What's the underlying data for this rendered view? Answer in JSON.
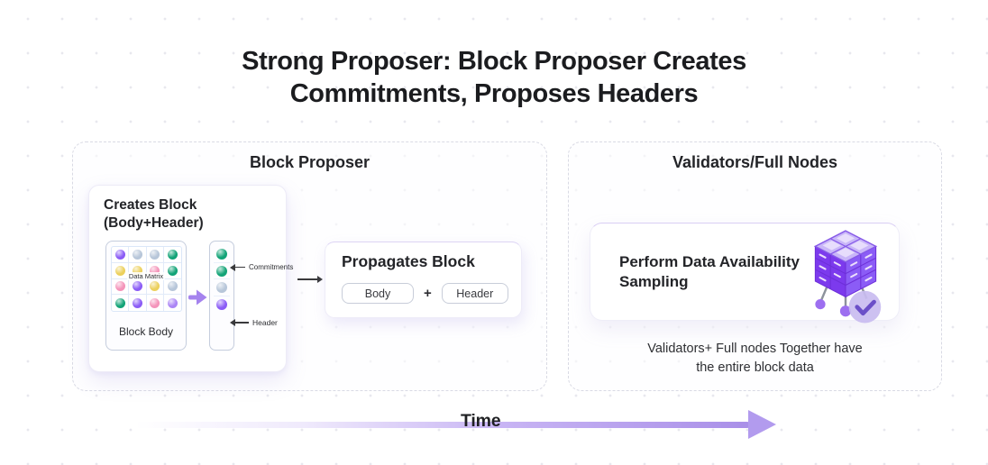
{
  "title": "Strong Proposer: Block Proposer Creates\nCommitments, Proposes Headers",
  "colors": {
    "purple": "#8b5cf6",
    "lavender": "#ab85f5",
    "gray": "#b7c6d9",
    "green": "#12a377",
    "yellow": "#ecd05c",
    "pink": "#f494ba",
    "transform_arrow": "#a583ee",
    "time_arrow": "#b29bee"
  },
  "block_proposer": {
    "label": "Block Proposer",
    "creates_block": {
      "title": "Creates Block\n(Body+Header)",
      "matrix_label": "Data Matrix",
      "body_label": "Block Body",
      "matrix_dots": [
        [
          "purple",
          "gray",
          "gray",
          "green"
        ],
        [
          "yellow",
          "yellow",
          "pink",
          "green"
        ],
        [
          "pink",
          "purple",
          "yellow",
          "gray"
        ],
        [
          "green",
          "purple",
          "pink",
          "lavender"
        ]
      ],
      "header_dots": [
        "green",
        "green",
        "gray",
        "purple"
      ],
      "commitments_label": "Commitments",
      "header_label": "Header"
    },
    "propagates_block": {
      "title": "Propagates Block",
      "body_pill": "Body",
      "plus": "+",
      "header_pill": "Header"
    }
  },
  "validators": {
    "label": "Validators/Full Nodes",
    "card_text": "Perform Data Availability\nSampling",
    "caption": "Validators+ Full nodes Together have\nthe entire block data"
  },
  "timeline": {
    "label": "Time"
  }
}
